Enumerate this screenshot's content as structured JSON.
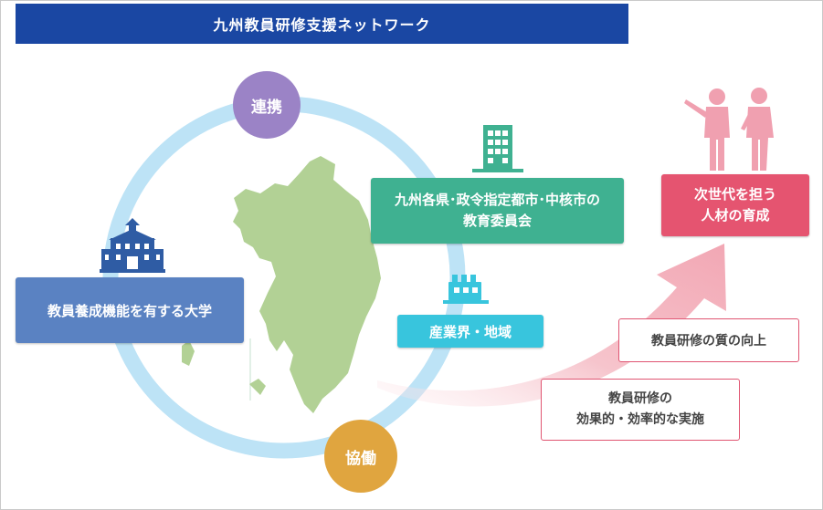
{
  "title": "九州教員研修支援ネットワーク",
  "badges": {
    "renkei": "連携",
    "kyodo": "協働"
  },
  "nodes": {
    "university": "教員養成機能を有する大学",
    "board_line1": "九州各県･政令指定都市･中核市の",
    "board_line2": "教育委員会",
    "industry": "産業界・地域",
    "next_gen_line1": "次世代を担う",
    "next_gen_line2": "人材の育成",
    "quality": "教員研修の質の向上",
    "effective_line1": "教員研修の",
    "effective_line2": "効果的・効率的な実施"
  },
  "icons": [
    "university-building-icon",
    "office-building-icon",
    "factory-icon",
    "teachers-silhouette-icon"
  ],
  "colors": {
    "title_bg": "#1a47a3",
    "cycle": "#bde3f6",
    "renkei": "#9b83c6",
    "kyodo": "#e0a53f",
    "university": "#5a82c2",
    "board": "#3fb191",
    "industry": "#38c5dd",
    "next_gen": "#e55470",
    "map": "#b2d195",
    "arrow": "#f4b8c2",
    "people": "#f0a0b0"
  }
}
